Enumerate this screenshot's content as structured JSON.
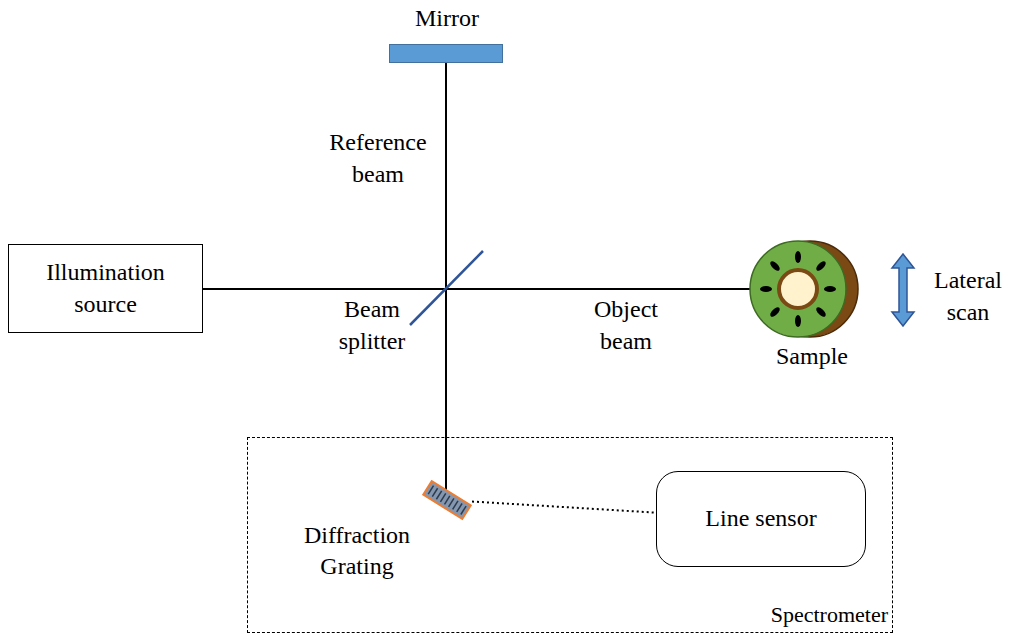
{
  "diagram": {
    "nodes": [
      {
        "text": [
          "Mirror"
        ]
      },
      {
        "text": [
          "Illumination source"
        ]
      },
      {
        "text": [
          "Spectrometer"
        ]
      },
      {
        "text": [
          "Diffraction Grating"
        ],
        "in": 2
      },
      {
        "text": [
          "Line sensor"
        ],
        "in": 2
      }
    ],
    "edges": [
      {
        "from": 3,
        "to": 4,
        "arrow": "none"
      }
    ],
    "labels": [
      "Reference beam",
      "Beam splitter",
      "Object beam",
      "Sample",
      "Lateral scan"
    ]
  }
}
